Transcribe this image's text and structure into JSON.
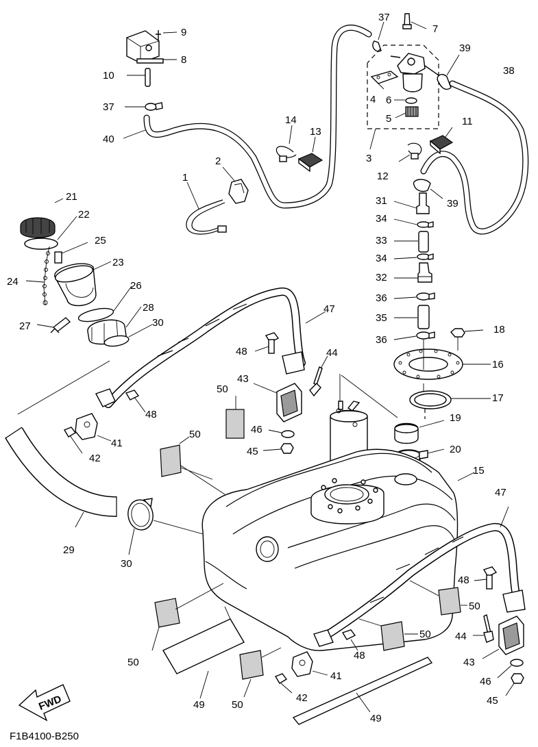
{
  "diagram": {
    "figure_code": "F1B4100-B250",
    "direction_label": "FWD",
    "callouts": {
      "c1": "1",
      "c2": "2",
      "c3": "3",
      "c4": "4",
      "c5": "5",
      "c6": "6",
      "c7": "7",
      "c8": "8",
      "c9": "9",
      "c10": "10",
      "c11": "11",
      "c12": "12",
      "c13": "13",
      "c14": "14",
      "c15": "15",
      "c16": "16",
      "c17": "17",
      "c18": "18",
      "c19": "19",
      "c20": "20",
      "c21": "21",
      "c22": "22",
      "c23": "23",
      "c24": "24",
      "c25": "25",
      "c26": "26",
      "c27": "27",
      "c28": "28",
      "c29": "29",
      "c30": "30",
      "c31": "31",
      "c32": "32",
      "c33": "33",
      "c34": "34",
      "c35": "35",
      "c36": "36",
      "c37": "37",
      "c38": "38",
      "c39": "39",
      "c40": "40",
      "c41": "41",
      "c42": "42",
      "c43": "43",
      "c44": "44",
      "c45": "45",
      "c46": "46",
      "c47": "47",
      "c48": "48",
      "c49": "49",
      "c50": "50"
    }
  }
}
